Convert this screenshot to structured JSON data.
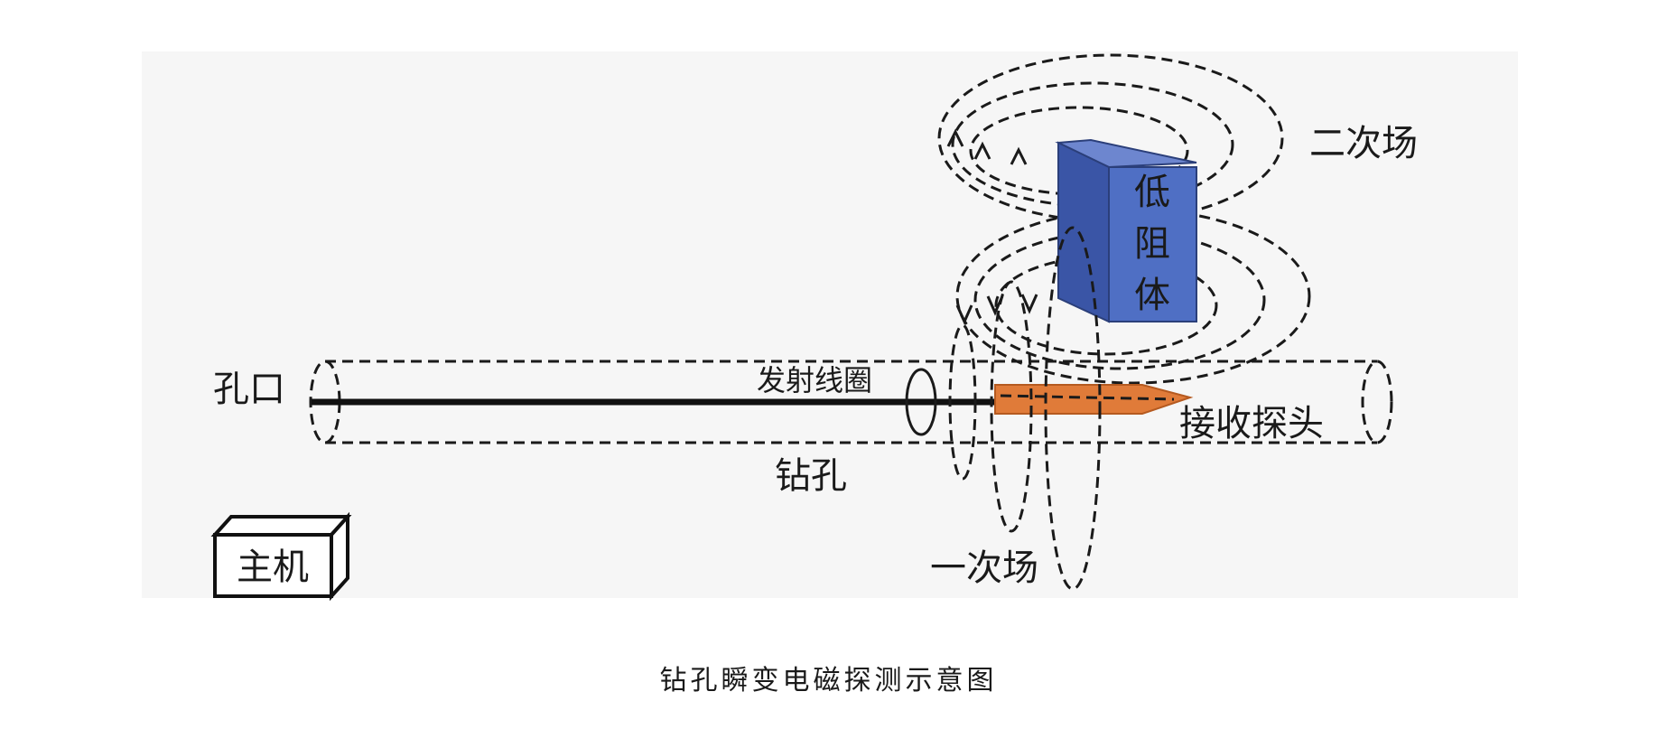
{
  "labels": {
    "hole_mouth": "孔口",
    "transmitter_coil": "发射线圈",
    "borehole": "钻孔",
    "receiver_probe": "接收探头",
    "secondary_field": "二次场",
    "primary_field": "一次场",
    "host": "主机",
    "conductor": [
      "低",
      "阻",
      "体"
    ]
  },
  "caption": "钻孔瞬变电磁探测示意图",
  "colors": {
    "panel_background": "#f6f6f6",
    "conductor_front": "#4f6fc4",
    "conductor_top": "#6d86cf",
    "conductor_side": "#3a55a6",
    "probe": "#e07b39",
    "line": "#1a1a1a"
  }
}
